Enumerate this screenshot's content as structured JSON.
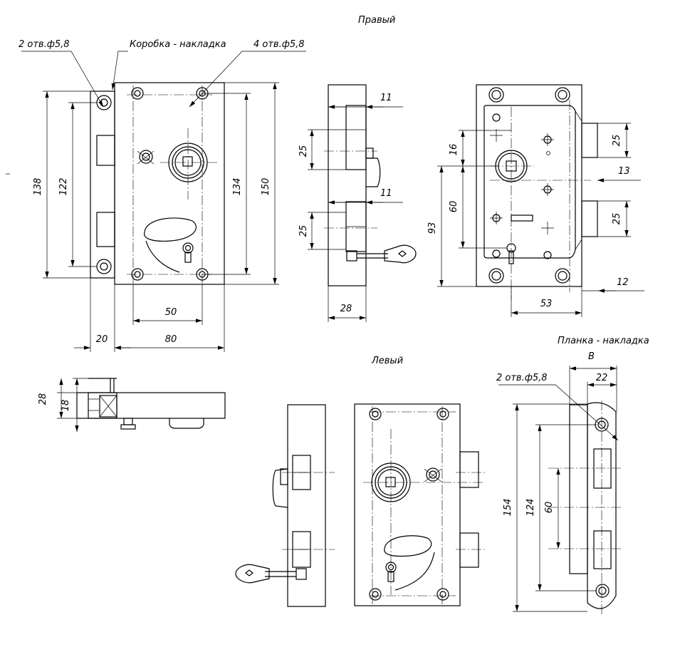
{
  "titles": {
    "right": "Правый",
    "left": "Левый",
    "box_overlay": "Коробка - накладка",
    "strike_plate": "Планка - накладка",
    "strike_view_letter": "В"
  },
  "callouts": {
    "holes_2_front": "2 отв.ф5,8",
    "holes_4": "4 отв.ф5,8",
    "holes_2_strike": "2 отв.ф5,8"
  },
  "dimensions": {
    "front": [
      "138",
      "122",
      "134",
      "150",
      "50",
      "80",
      "20"
    ],
    "side_top": [
      "11",
      "25",
      "11",
      "25",
      "28"
    ],
    "back": [
      "16",
      "60",
      "93",
      "25",
      "13",
      "25",
      "12",
      "53"
    ],
    "top_view": [
      "28",
      "18"
    ],
    "strike": [
      "22",
      "154",
      "124",
      "60"
    ]
  }
}
